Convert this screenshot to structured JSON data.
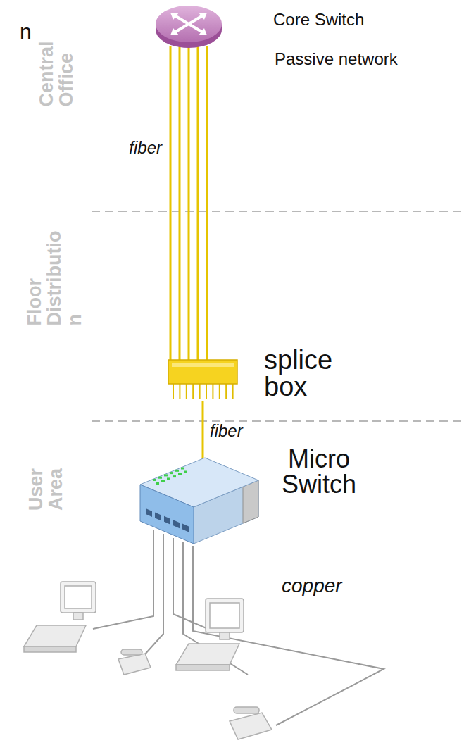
{
  "diagram": {
    "nodes": [
      {
        "text": [
          "Core Switch"
        ]
      },
      {
        "text": [
          "splice box"
        ]
      },
      {
        "text": [
          "Micro Switch"
        ]
      }
    ],
    "edges": [
      {
        "from": 0,
        "to": 1,
        "arrow": "none",
        "label": "fiber"
      },
      {
        "from": 1,
        "to": 2,
        "arrow": "none",
        "label": "fiber"
      }
    ],
    "labels": [
      "n",
      "Passive network",
      "Central Office",
      "Floor Distributio n",
      "User Area",
      "copper"
    ]
  }
}
